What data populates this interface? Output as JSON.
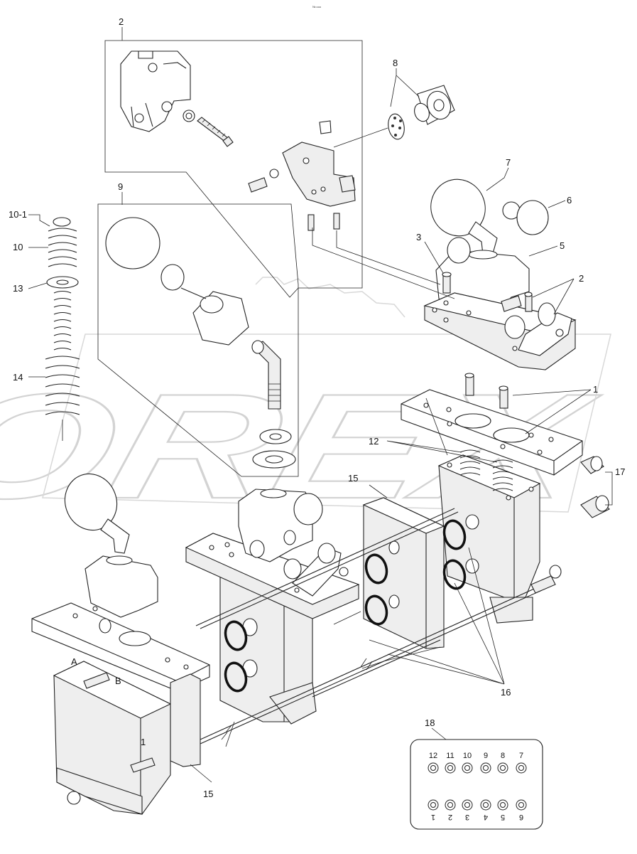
{
  "header_mark": "№ ооо",
  "watermark": "OREX",
  "callouts": {
    "c1": "1",
    "c2_top": "2",
    "c2_right": "2",
    "c3": "3",
    "c5": "5",
    "c6": "6",
    "c7": "7",
    "c8": "8",
    "c9": "9",
    "c10_1": "10-1",
    "c10": "10",
    "c12": "12",
    "c13": "13",
    "c14": "14",
    "c15_top": "15",
    "c15_bottom": "15",
    "c16": "16",
    "c17": "17",
    "c18": "18"
  },
  "block_letters": {
    "a": "A",
    "b": "B",
    "one": "1"
  },
  "connector": {
    "top_row": [
      "12",
      "11",
      "10",
      "9",
      "8",
      "7"
    ],
    "bottom_row": [
      "1",
      "2",
      "3",
      "4",
      "5",
      "6"
    ]
  }
}
